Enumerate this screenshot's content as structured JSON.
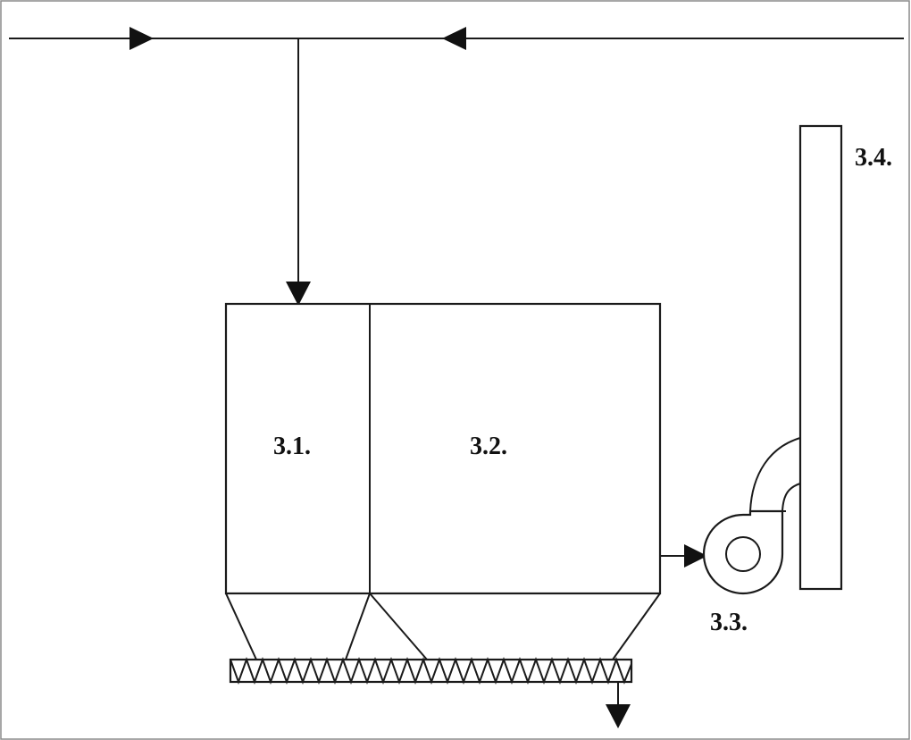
{
  "diagram": {
    "labels": {
      "filter_section_1": "3.1.",
      "filter_section_2": "3.2.",
      "fan": "3.3.",
      "stack": "3.4."
    }
  }
}
